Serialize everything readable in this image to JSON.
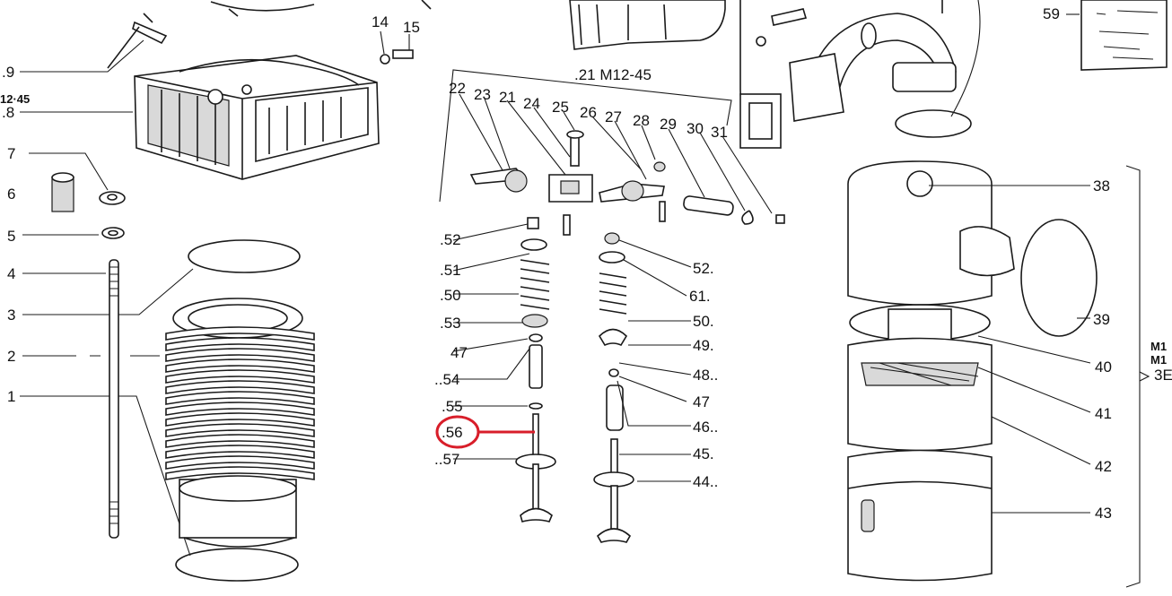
{
  "highlight": {
    "color": "#d81e2a",
    "part": "56"
  },
  "labels": {
    "p9": ".9",
    "p12_45": "12·45",
    "p8": ".8",
    "p7": "7",
    "p6": "6",
    "p5": "5",
    "p4": "4",
    "p3": "3",
    "p2": "2",
    "p1": "1",
    "p14": "14",
    "p15": "15",
    "p21m": ".21 M12-45",
    "p22": "22",
    "p23": "23",
    "p21": "21",
    "p24": "24",
    "p25": "25",
    "p26": "26",
    "p27": "27",
    "p28": "28",
    "p29": "29",
    "p30": "30",
    "p31": "31",
    "l52": ".52",
    "l51": ".51",
    "l50": ".50",
    "l53": ".53",
    "l47": "47",
    "l54": "..54",
    "l55": ".55",
    "l56": ".56",
    "l57": "..57",
    "r52": "52.",
    "r51": "61.",
    "r50": "50.",
    "r49": "49.",
    "r48": "48..",
    "r47": "47",
    "r46": "46..",
    "r45": "45.",
    "r44": "44..",
    "p59": "59",
    "p38": "38",
    "p39": "39",
    "p40": "40",
    "p41": "41",
    "p42": "42",
    "p43": "43",
    "m12a": "M1",
    "m12b": "M1",
    "b35": "3E"
  }
}
